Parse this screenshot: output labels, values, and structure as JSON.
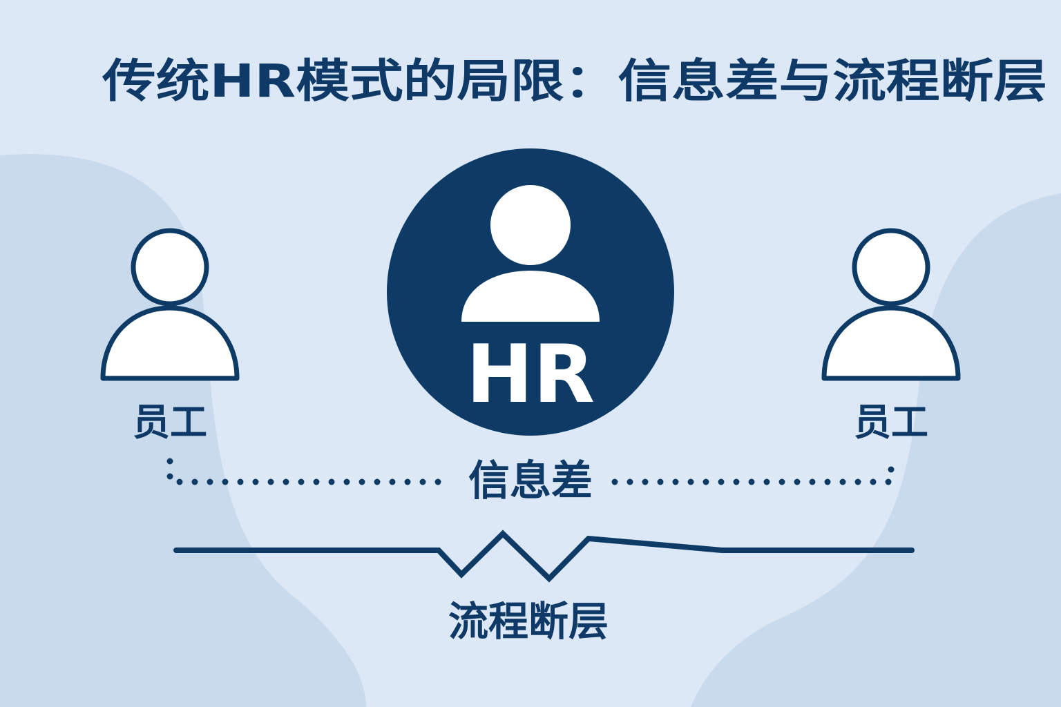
{
  "title": "传统HR模式的局限：信息差与流程断层",
  "hr": {
    "label": "HR"
  },
  "employees": [
    {
      "label": "员工"
    },
    {
      "label": "员工"
    }
  ],
  "gap": {
    "label": "信息差"
  },
  "break": {
    "label": "流程断层"
  },
  "colors": {
    "background": "#dce8f5",
    "blob": "#c8d9ec",
    "primary": "#0d3b66",
    "icon_fill": "#ffffff"
  }
}
